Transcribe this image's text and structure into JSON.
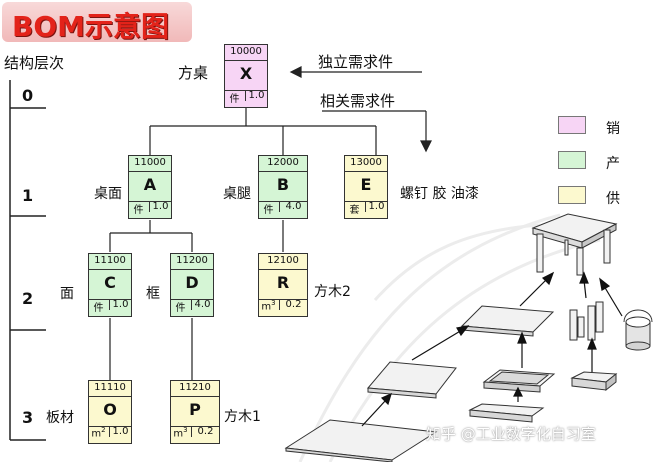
{
  "title": "BOM示意图",
  "hierarchy": {
    "heading": "结构层次",
    "levels": [
      "0",
      "1",
      "2",
      "3"
    ]
  },
  "annotations": {
    "independent": "独立需求件",
    "dependent": "相关需求件"
  },
  "nodes": {
    "X": {
      "code": "10000",
      "letter": "X",
      "unit": "件",
      "qty": "1.0",
      "name": "方桌",
      "fill": "#f7d5f5"
    },
    "A": {
      "code": "11000",
      "letter": "A",
      "unit": "件",
      "qty": "1.0",
      "name": "桌面",
      "fill": "#d5f5d5"
    },
    "B": {
      "code": "12000",
      "letter": "B",
      "unit": "件",
      "qty": "4.0",
      "name": "桌腿",
      "fill": "#d5f5d5"
    },
    "E": {
      "code": "13000",
      "letter": "E",
      "unit": "套",
      "qty": "1.0",
      "name": "螺钉  胶 油漆",
      "fill": "#fcf9cf"
    },
    "C": {
      "code": "11100",
      "letter": "C",
      "unit": "件",
      "qty": "1.0",
      "name": "面",
      "fill": "#d5f5d5"
    },
    "D": {
      "code": "11200",
      "letter": "D",
      "unit": "件",
      "qty": "4.0",
      "name": "框",
      "fill": "#d5f5d5"
    },
    "R": {
      "code": "12100",
      "letter": "R",
      "unit": "m3",
      "qty": "0.2",
      "name": "方木2",
      "fill": "#fcf9cf"
    },
    "O": {
      "code": "11110",
      "letter": "O",
      "unit": "m2",
      "qty": "1.0",
      "name": "板材",
      "fill": "#fcf9cf"
    },
    "P": {
      "code": "11210",
      "letter": "P",
      "unit": "m3",
      "qty": "0.2",
      "name": "方木1",
      "fill": "#fcf9cf"
    }
  },
  "legend": [
    {
      "label": "销",
      "color": "#f7d5f5"
    },
    {
      "label": "产",
      "color": "#d5f5d5"
    },
    {
      "label": "供",
      "color": "#fcf9cf"
    }
  ],
  "watermark": "知乎 @工业数字化自习室"
}
